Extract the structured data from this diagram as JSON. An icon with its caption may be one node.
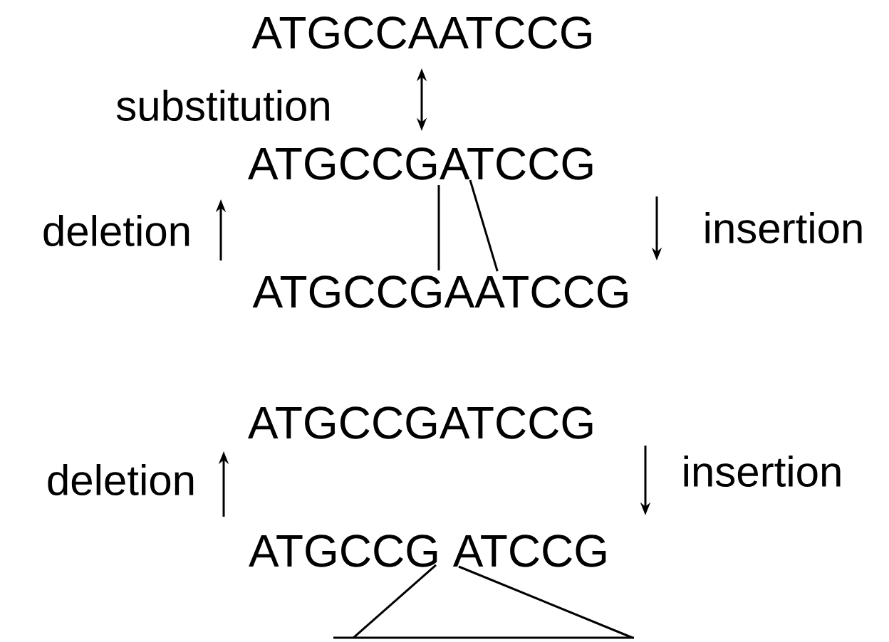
{
  "diagram": {
    "nodes": [
      {
        "text": [
          "ATGCCAATCCG"
        ]
      },
      {
        "text": [
          "ATGCCGATCCG"
        ]
      },
      {
        "text": [
          "ATGCCGAATCCG"
        ]
      },
      {
        "text": [
          "ATGCCGATCCG"
        ]
      },
      {
        "text": [
          "ATGCCG ATCCG"
        ]
      }
    ],
    "edges": [
      {
        "from": 0,
        "to": 1,
        "arrow": "both",
        "label": "substitution"
      },
      {
        "from": 2,
        "to": 1,
        "arrow": "to",
        "label": "deletion"
      },
      {
        "from": 1,
        "to": 2,
        "arrow": "to",
        "label": "insertion"
      },
      {
        "from": 4,
        "to": 3,
        "arrow": "to",
        "label": "deletion"
      },
      {
        "from": 3,
        "to": 4,
        "arrow": "to",
        "label": "insertion"
      },
      {
        "from": 1,
        "to": 2,
        "arrow": "none"
      },
      {
        "from": 1,
        "to": 2,
        "arrow": "none"
      }
    ]
  }
}
